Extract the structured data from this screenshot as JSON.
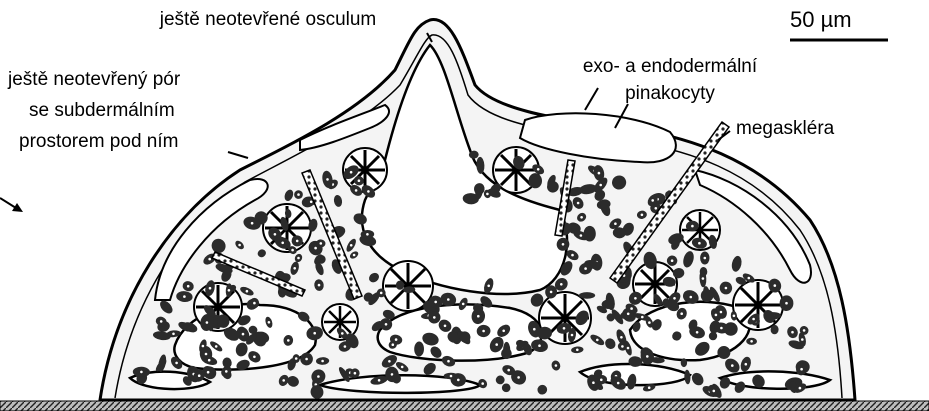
{
  "labels": {
    "osculum": "ještě neotevřené osculum",
    "pore": [
      "ještě neotevřený pór",
      "se subdermálním",
      "prostorem pod ním"
    ],
    "pinacocytes": [
      "exo- a endodermální",
      "pinakocyty"
    ],
    "megasclere": "megaskléra",
    "scale": "50 µm"
  },
  "colors": {
    "ink": "#000000",
    "cell": "#2b2b2b",
    "paper": "#ffffff"
  }
}
